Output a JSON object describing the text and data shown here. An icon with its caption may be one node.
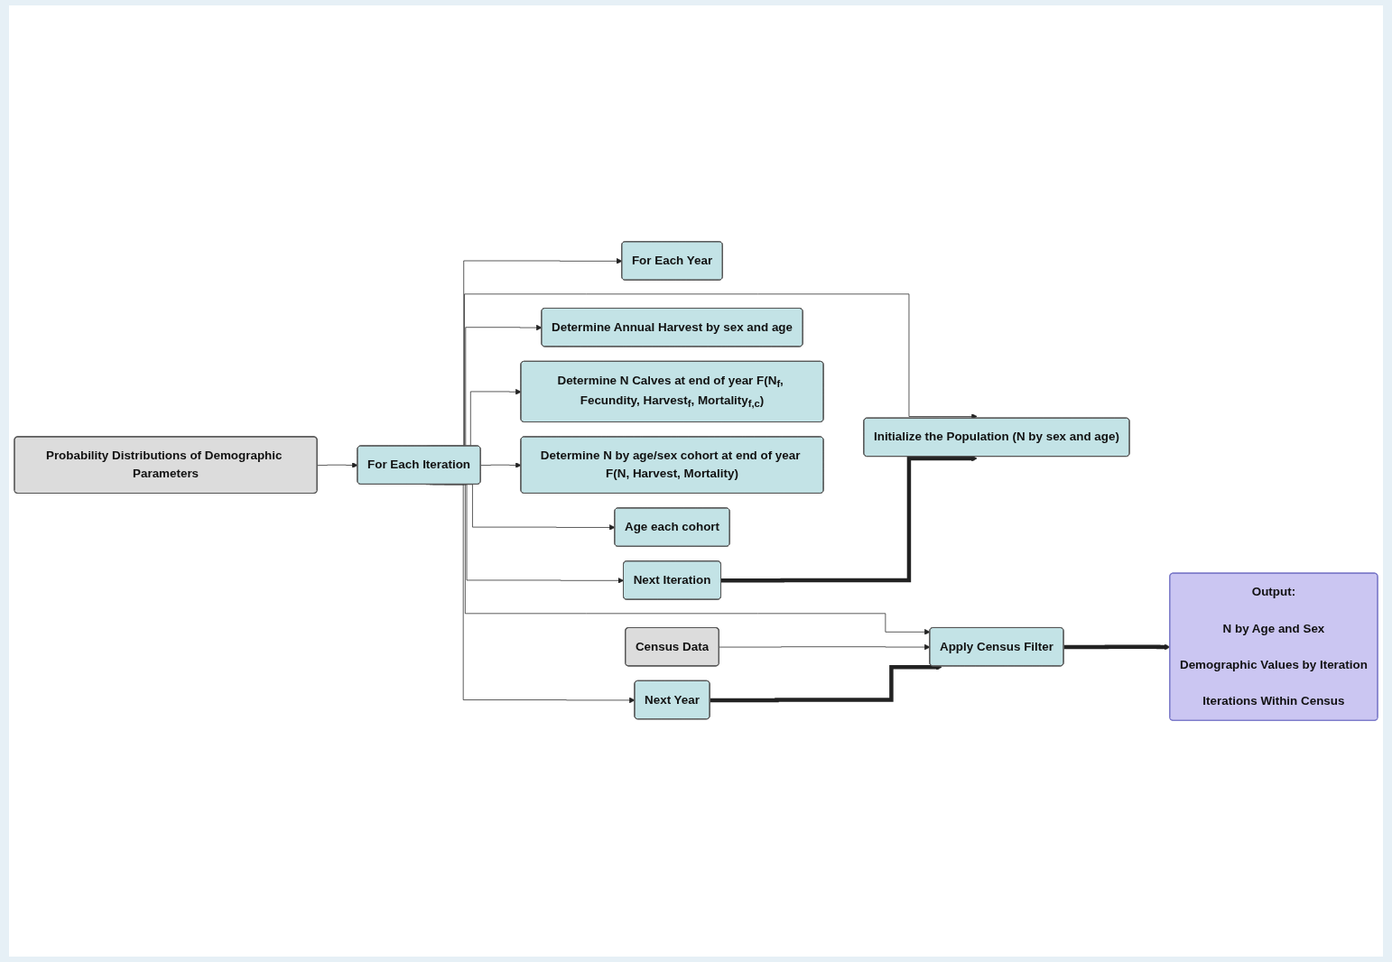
{
  "diagram": {
    "nodes": [
      {
        "text": [
          "Probability Distributions of Demographic Parameters"
        ]
      },
      {
        "text": [
          "For Each Iteration"
        ]
      },
      {
        "text": [
          "Initialize the Population (N by sex and age)"
        ]
      },
      {
        "text": [
          "For Each Year"
        ]
      },
      {
        "text": [
          "Census Data"
        ]
      },
      {
        "text": [
          "Apply Census Filter"
        ]
      },
      {
        "text": [
          "Determine Annual Harvest by sex and age"
        ]
      },
      {
        "text": [
          "Determine N Calves at end of year F(N$_{f}$, Fecundity, Harvest$_{f}$, Mortality$_{f,c}$)"
        ]
      },
      {
        "text": [
          "Determine N by age/sex cohort at end of year F(N, Harvest, Mortality)"
        ]
      },
      {
        "text": [
          "Age each cohort"
        ]
      },
      {
        "text": [
          "Next Year"
        ]
      },
      {
        "text": [
          "Next Iteration"
        ]
      },
      {
        "text": [
          "Output:",
          "N by Age and Sex",
          "Demographic Values by Iteration",
          "Iterations Within Census"
        ]
      }
    ],
    "edges": [
      {
        "from": 0,
        "to": 1,
        "arrow": "to"
      },
      {
        "from": 1,
        "to": 2,
        "arrow": "to"
      },
      {
        "from": 1,
        "to": 3,
        "arrow": "to"
      },
      {
        "from": 1,
        "to": 5,
        "arrow": "to"
      },
      {
        "from": 1,
        "to": 6,
        "arrow": "to"
      },
      {
        "from": 1,
        "to": 7,
        "arrow": "to"
      },
      {
        "from": 1,
        "to": 8,
        "arrow": "to"
      },
      {
        "from": 1,
        "to": 9,
        "arrow": "to"
      },
      {
        "from": 1,
        "to": 10,
        "arrow": "to"
      },
      {
        "from": 1,
        "to": 11,
        "arrow": "to"
      },
      {
        "from": 4,
        "to": 5,
        "arrow": "to"
      },
      {
        "from": 5,
        "to": 12,
        "arrow": "to",
        "style": "thick"
      },
      {
        "from": 10,
        "to": 5,
        "arrow": "to",
        "style": "thick"
      },
      {
        "from": 11,
        "to": 2,
        "arrow": "to",
        "style": "thick"
      }
    ]
  }
}
